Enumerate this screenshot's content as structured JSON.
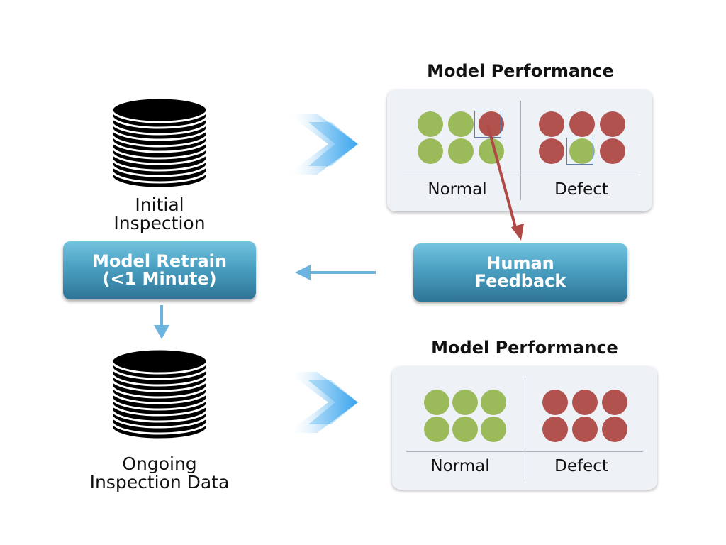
{
  "datasets": {
    "initial": {
      "label": "Initial\nInspection",
      "icon": "database-icon"
    },
    "ongoing": {
      "label": "Ongoing\nInspection Data",
      "icon": "database-icon"
    }
  },
  "performance_top": {
    "title": "Model Performance",
    "normal_label": "Normal",
    "defect_label": "Defect",
    "normal_column": [
      "green",
      "green",
      "red",
      "green",
      "green",
      "green"
    ],
    "defect_column": [
      "red",
      "red",
      "red",
      "red",
      "green",
      "red"
    ]
  },
  "performance_bottom": {
    "title": "Model Performance",
    "normal_label": "Normal",
    "defect_label": "Defect",
    "normal_column": [
      "green",
      "green",
      "green",
      "green",
      "green",
      "green"
    ],
    "defect_column": [
      "red",
      "red",
      "red",
      "red",
      "red",
      "red"
    ]
  },
  "retrain_box": {
    "label": "Model Retrain\n(<1 Minute)"
  },
  "feedback_box": {
    "label": "Human\nFeedback"
  },
  "colors": {
    "normal_dot": "#9bba59",
    "defect_dot": "#b1524e",
    "arrow_blue": "#6cb4e0",
    "feedback_arrow": "#b04a46"
  }
}
